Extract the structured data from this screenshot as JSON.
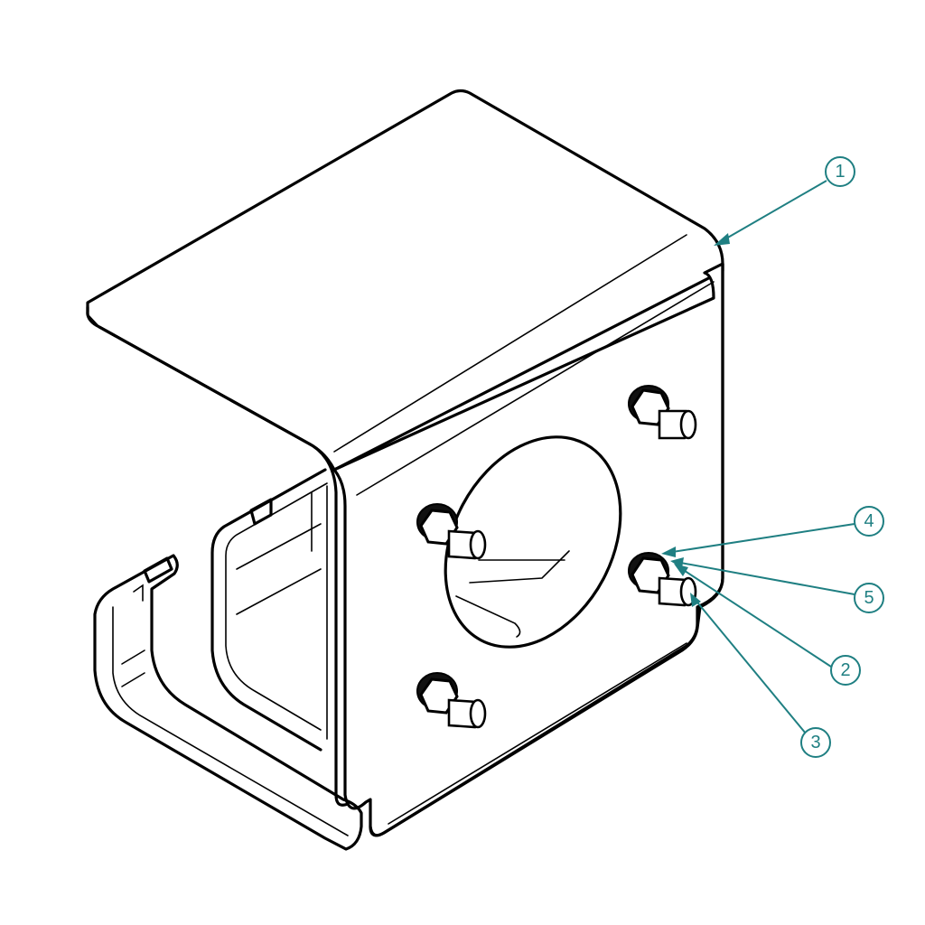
{
  "drawing": {
    "line_color": "#000000",
    "callout_color": "#1f7f82",
    "background": "#ffffff"
  },
  "callouts": [
    {
      "id": "1",
      "label": "1"
    },
    {
      "id": "2",
      "label": "2"
    },
    {
      "id": "3",
      "label": "3"
    },
    {
      "id": "4",
      "label": "4"
    },
    {
      "id": "5",
      "label": "5"
    }
  ]
}
